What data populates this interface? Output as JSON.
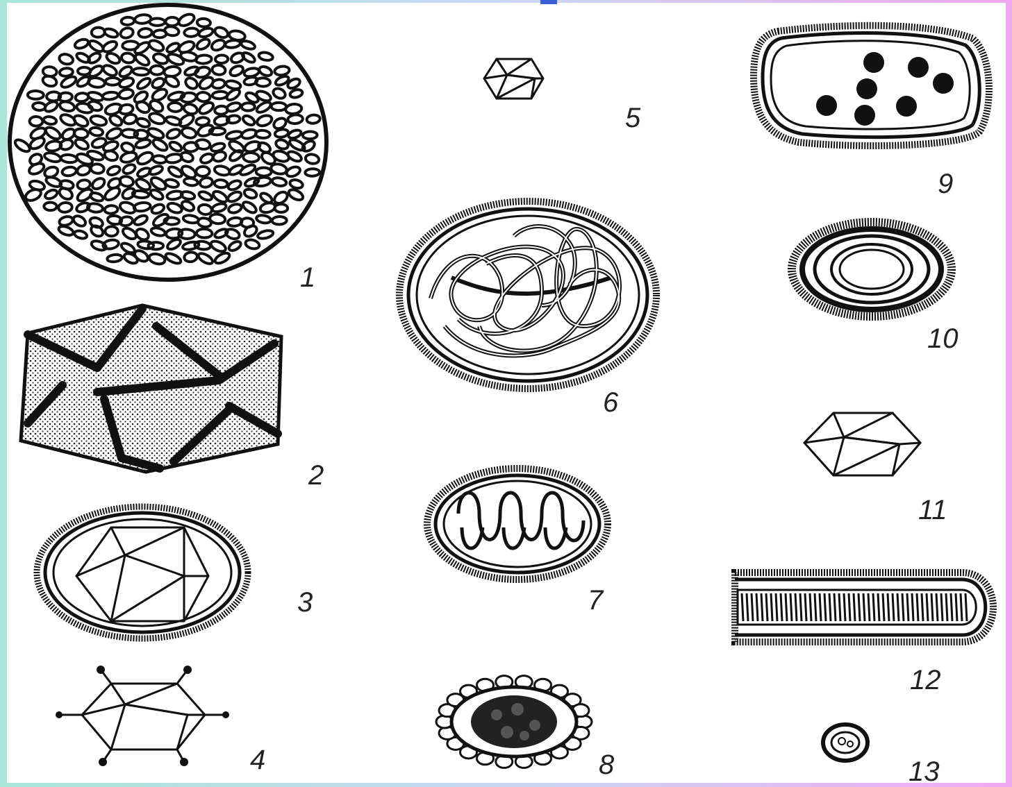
{
  "labels": {
    "n1": "1",
    "n2": "2",
    "n3": "3",
    "n4": "4",
    "n5": "5",
    "n6": "6",
    "n7": "7",
    "n8": "8",
    "n9": "9",
    "n10": "10",
    "n11": "11",
    "n12": "12",
    "n13": "13"
  },
  "colors": {
    "ink": "#111111",
    "paper": "#ffffff",
    "frame_left": "#a8e6d6",
    "frame_right": "#f0a8f0"
  }
}
